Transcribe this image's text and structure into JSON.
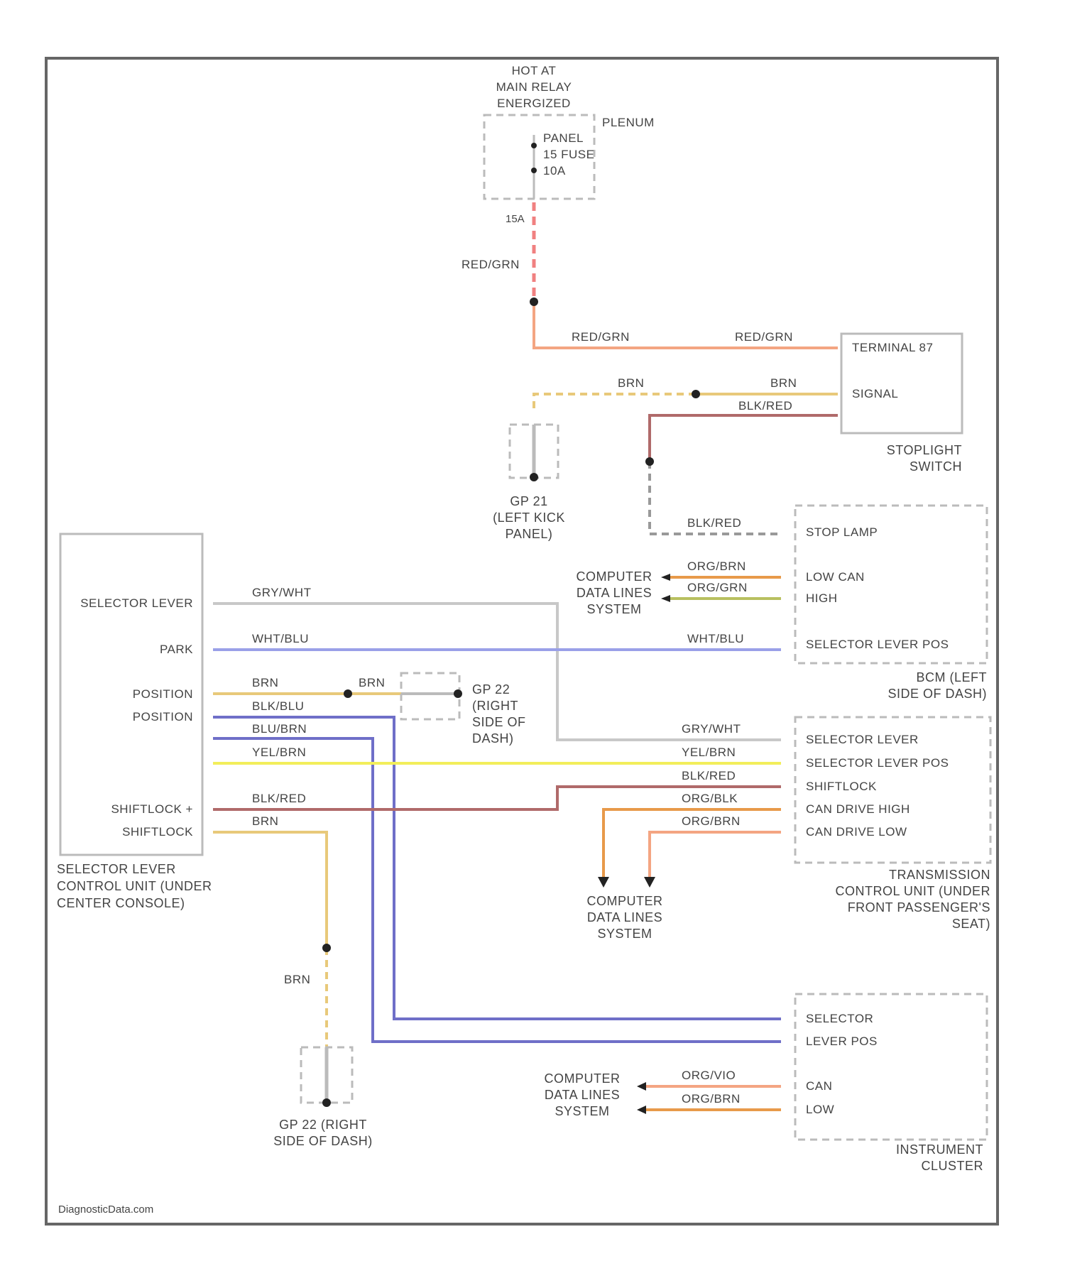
{
  "diagram": {
    "footer": "DiagnosticData.com",
    "top": {
      "caption": [
        "HOT AT",
        "MAIN RELAY",
        "ENERGIZED"
      ],
      "plenum": "PLENUM",
      "fuse_lines": [
        "PANEL",
        "15 FUSE",
        "10A"
      ],
      "pin_top": "15A",
      "wire1": "RED/GRN"
    },
    "wires": {
      "red_grn_a": "RED/GRN",
      "red_grn_b": "RED/GRN",
      "brn_a": "BRN",
      "brn_b": "BRN",
      "blk_red_a": "BLK/RED",
      "blk_red_b": "BLK/RED",
      "gry_wht": "GRY/WHT",
      "wht_blu": "WHT/BLU",
      "wht_blu_b": "WHT/BLU",
      "brn_pos": "BRN",
      "brn_pos_b": "BRN",
      "blk_blu": "BLK/BLU",
      "blu_brn": "BLU/BRN",
      "yel_brn": "YEL/BRN",
      "blk_red_c": "BLK/RED",
      "brn_shift": "BRN",
      "brn_down": "BRN",
      "org_brn_a": "ORG/BRN",
      "org_grn": "ORG/GRN",
      "gry_wht_b": "GRY/WHT",
      "yel_brn_b": "YEL/BRN",
      "blk_red_d": "BLK/RED",
      "org_blk": "ORG/BLK",
      "org_brn_b": "ORG/BRN",
      "org_vio": "ORG/VIO",
      "org_brn_c": "ORG/BRN"
    },
    "stoplight": {
      "pins": [
        "TERMINAL 87",
        "SIGNAL"
      ],
      "caption": [
        "STOPLIGHT",
        "SWITCH"
      ]
    },
    "gp21": {
      "caption": [
        "GP 21",
        "(LEFT KICK",
        "PANEL)"
      ]
    },
    "gp22a": {
      "caption": [
        "GP 22",
        "(RIGHT",
        "SIDE OF",
        "DASH)"
      ]
    },
    "gp22b": {
      "caption": [
        "GP 22 (RIGHT",
        "SIDE OF DASH)"
      ]
    },
    "bcm": {
      "pins": [
        "STOP LAMP",
        "LOW CAN",
        "HIGH",
        "SELECTOR LEVER POS"
      ],
      "caption": [
        "BCM (LEFT",
        "SIDE OF DASH)"
      ]
    },
    "cdls": [
      "COMPUTER",
      "DATA LINES",
      "SYSTEM"
    ],
    "selector": {
      "pins": [
        "SELECTOR LEVER",
        "PARK",
        "POSITION",
        "POSITION",
        "SHIFTLOCK +",
        "SHIFTLOCK"
      ],
      "caption": [
        "SELECTOR LEVER",
        "CONTROL UNIT (UNDER",
        "CENTER CONSOLE)"
      ]
    },
    "tcm": {
      "pins": [
        "SELECTOR LEVER",
        "SELECTOR LEVER POS",
        "SHIFTLOCK",
        "CAN DRIVE HIGH",
        "CAN DRIVE LOW"
      ],
      "caption": [
        "TRANSMISSION",
        "CONTROL UNIT (UNDER",
        "FRONT PASSENGER'S",
        "SEAT)"
      ]
    },
    "cluster": {
      "pins": [
        "SELECTOR",
        "LEVER POS",
        "CAN",
        "LOW"
      ],
      "caption": [
        "INSTRUMENT",
        "CLUSTER"
      ]
    },
    "colors": {
      "red_grn": "#f4a582",
      "brn": "#e8c97a",
      "blk_red": "#b06a6a",
      "gry_wht": "#c8c8c8",
      "wht_blu": "#9aa0e8",
      "blu": "#6f6fc8",
      "yel": "#f2ee5a",
      "org": "#e89a4a",
      "org_grn": "#b8c060"
    }
  }
}
